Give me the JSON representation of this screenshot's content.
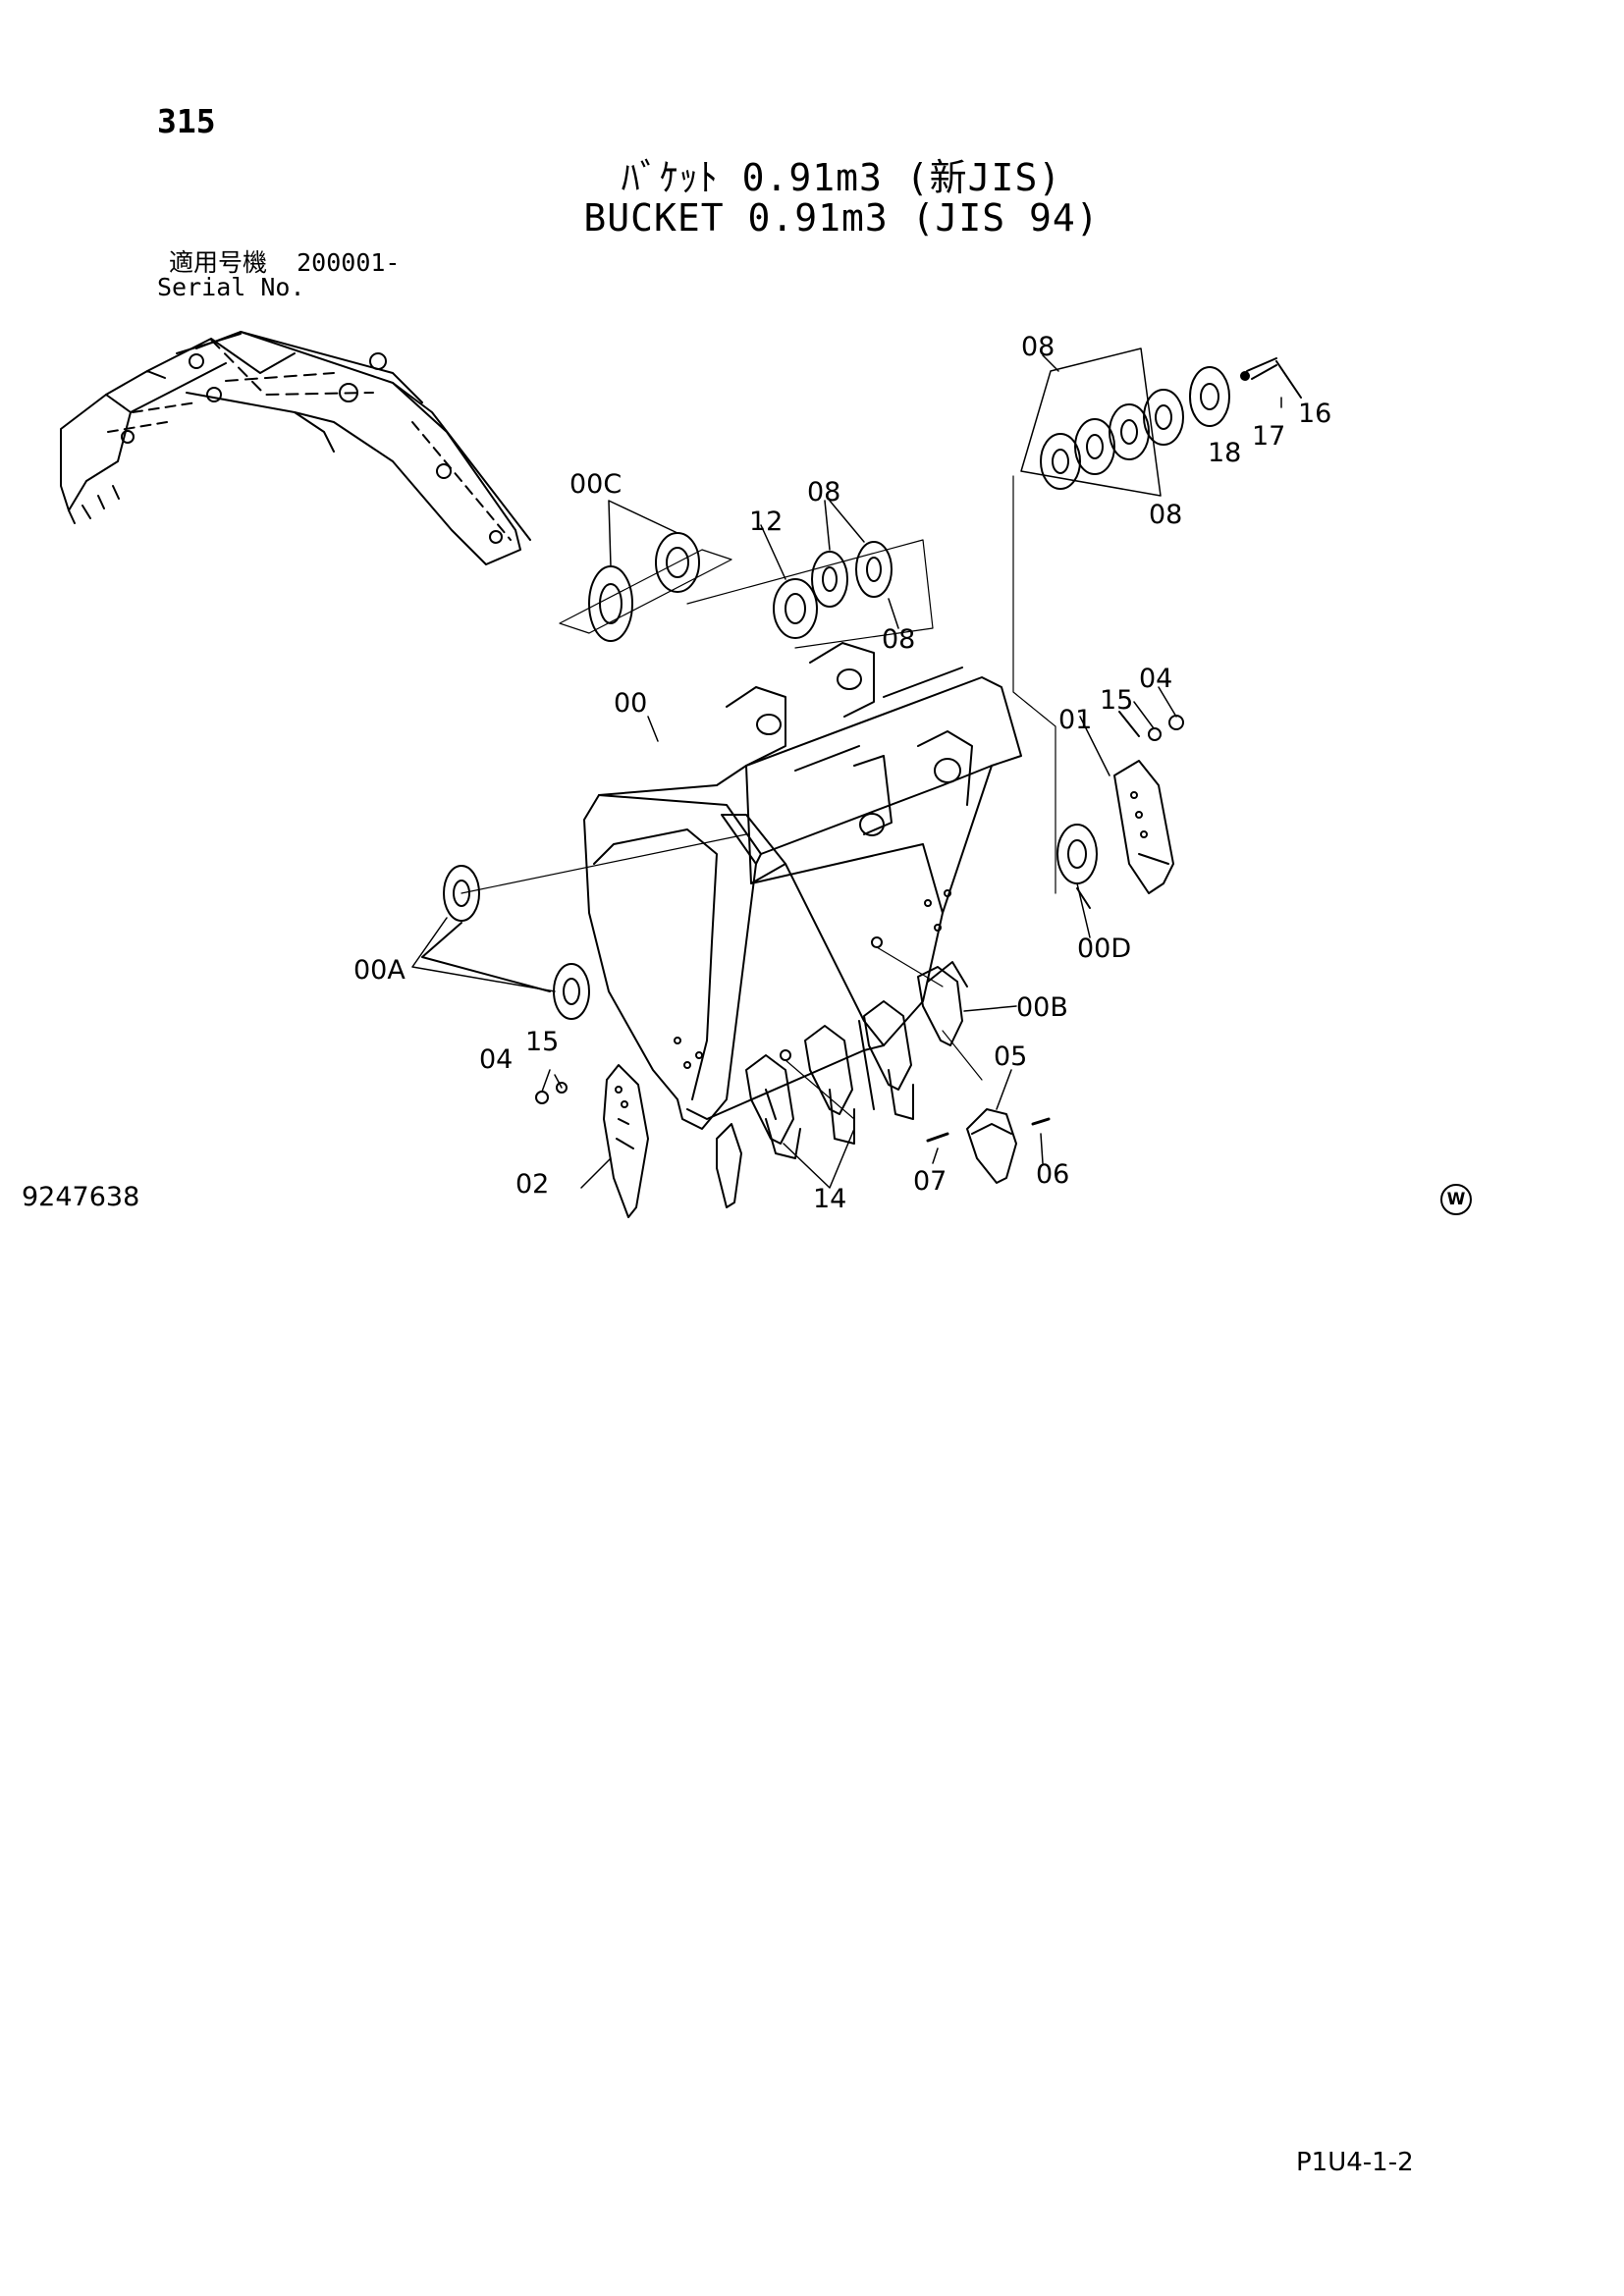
{
  "header": {
    "page_number": "315",
    "title_jp": "ﾊﾞｹｯﾄ 0.91m3 (新JIS)",
    "title_en": "BUCKET 0.91m3 (JIS 94)",
    "serial_label_jp": "適用号機",
    "serial_value": "200001-",
    "serial_label_en": "Serial No."
  },
  "footer": {
    "drawing_number": "9247638",
    "w_mark": "W",
    "page_code": "P1U4-1-2"
  },
  "callouts": [
    {
      "id": "c-08-top",
      "label": "08"
    },
    {
      "id": "c-16",
      "label": "16"
    },
    {
      "id": "c-17",
      "label": "17"
    },
    {
      "id": "c-18",
      "label": "18"
    },
    {
      "id": "c-08-right",
      "label": "08"
    },
    {
      "id": "c-00c",
      "label": "00C"
    },
    {
      "id": "c-12",
      "label": "12"
    },
    {
      "id": "c-08-mid",
      "label": "08"
    },
    {
      "id": "c-08-mid2",
      "label": "08"
    },
    {
      "id": "c-00",
      "label": "00"
    },
    {
      "id": "c-15-right",
      "label": "15"
    },
    {
      "id": "c-04-right",
      "label": "04"
    },
    {
      "id": "c-01",
      "label": "01"
    },
    {
      "id": "c-00d",
      "label": "00D"
    },
    {
      "id": "c-00a",
      "label": "00A"
    },
    {
      "id": "c-00b",
      "label": "00B"
    },
    {
      "id": "c-15-left",
      "label": "15"
    },
    {
      "id": "c-04-left",
      "label": "04"
    },
    {
      "id": "c-05",
      "label": "05"
    },
    {
      "id": "c-02",
      "label": "02"
    },
    {
      "id": "c-14",
      "label": "14"
    },
    {
      "id": "c-07",
      "label": "07"
    },
    {
      "id": "c-06",
      "label": "06"
    }
  ]
}
